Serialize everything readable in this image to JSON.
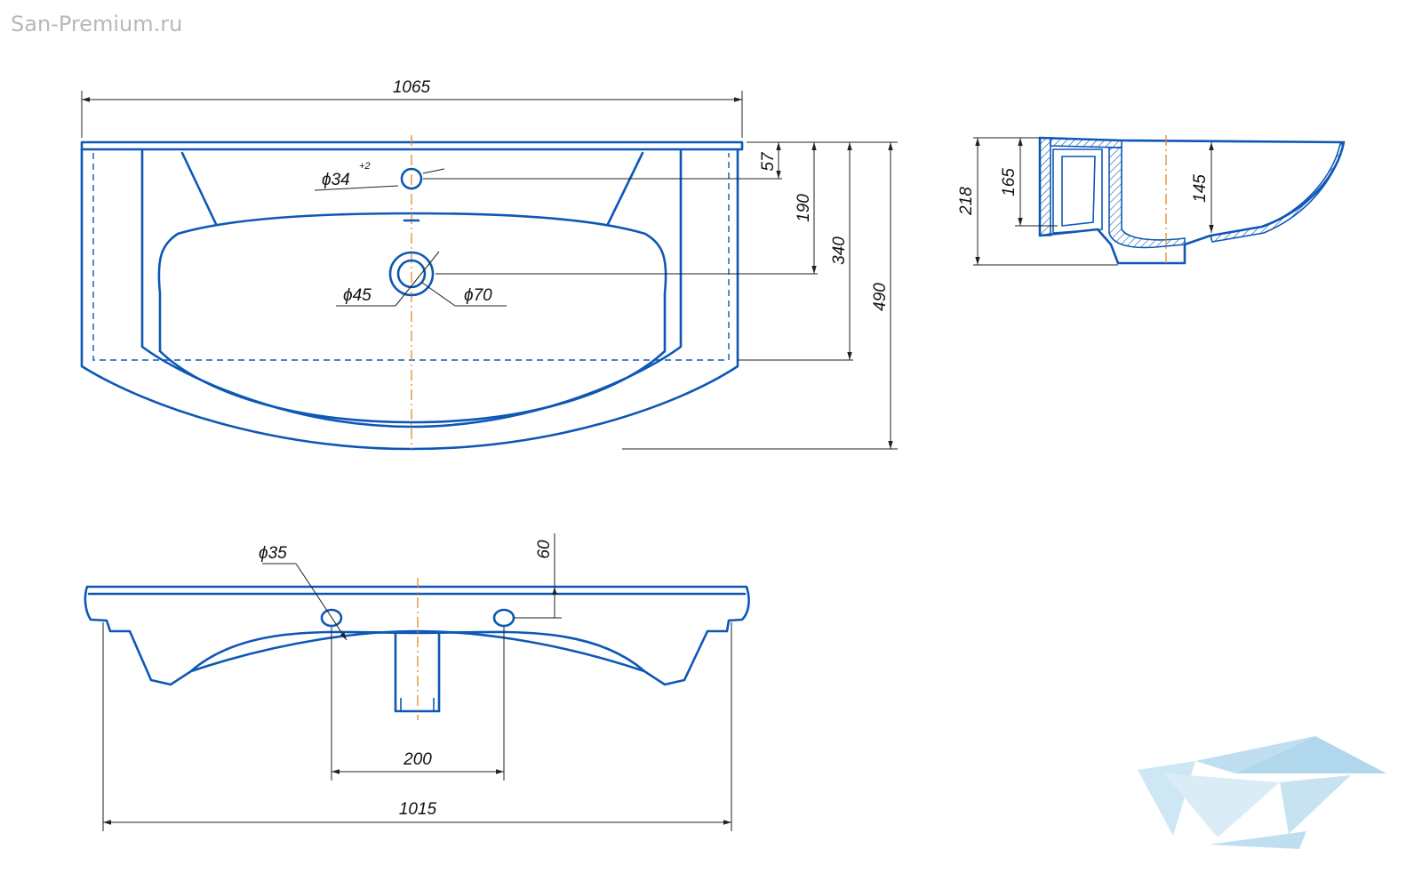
{
  "watermark": {
    "site": "San-Premium.ru",
    "logo_icon": "bathtub-logo-icon",
    "logo_colors": [
      "#b9dcef",
      "#d6ecf7"
    ]
  },
  "colors": {
    "outline": "#0e58b5",
    "center_line": "#e08a2a",
    "dimension": "#222222",
    "background": "#ffffff"
  },
  "top_view": {
    "overall_width": "1065",
    "tap_hole_prefix": "ϕ34",
    "tap_hole_tolerance": "+2",
    "overflow_outer": "ϕ70",
    "drain": "ϕ45",
    "depth_to_tap": "57",
    "depth_to_drain": "190",
    "depth_to_back": "340",
    "overall_depth": "490"
  },
  "side_view": {
    "overall_height": "218",
    "pedestal_height": "165",
    "bowl_depth": "145"
  },
  "front_view": {
    "mount_hole": "ϕ35",
    "hole_height": "60",
    "hole_spacing": "200",
    "mount_width": "1015"
  }
}
